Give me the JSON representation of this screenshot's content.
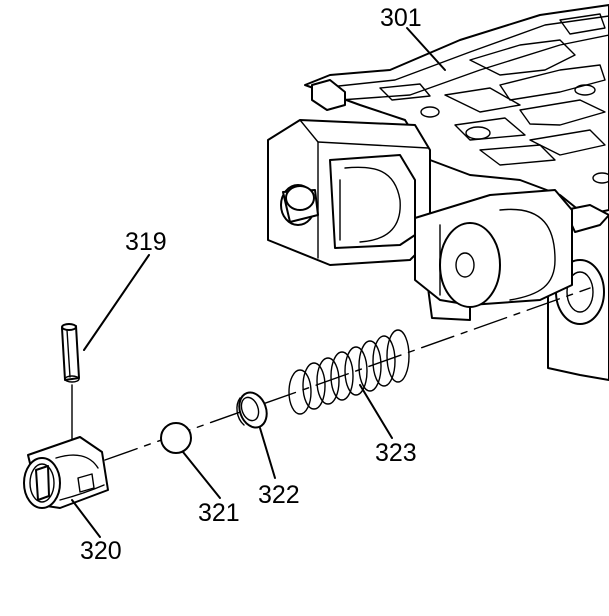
{
  "callouts": {
    "c301": "301",
    "c319": "319",
    "c320": "320",
    "c321": "321",
    "c322": "322",
    "c323": "323"
  },
  "colors": {
    "line": "#000000",
    "background": "#ffffff"
  }
}
